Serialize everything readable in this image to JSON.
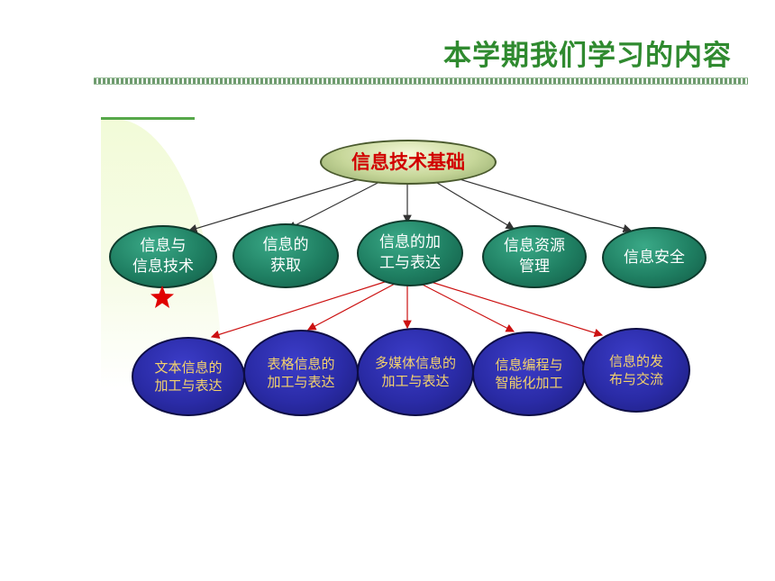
{
  "title": "本学期我们学习的内容",
  "root": {
    "label": "信息技术基础"
  },
  "topics": [
    {
      "label": "信息与\n信息技术"
    },
    {
      "label": "信息的\n获取"
    },
    {
      "label": "信息的加\n工与表达"
    },
    {
      "label": "信息资源\n管理"
    },
    {
      "label": "信息安全"
    }
  ],
  "subtopics": [
    {
      "label": "文本信息的\n加工与表达"
    },
    {
      "label": "表格信息的\n加工与表达"
    },
    {
      "label": "多媒体信息的\n加工与表达"
    },
    {
      "label": "信息编程与\n智能化加工"
    },
    {
      "label": "信息的发\n布与交流"
    }
  ],
  "colors": {
    "title": "#2f8a2f",
    "root_text": "#d10000",
    "topic_fill": "#1f7f62",
    "subtopic_fill": "#2a2ba6",
    "subtopic_text": "#f5d36b",
    "arrow_dark": "#333333",
    "arrow_red": "#cc1111",
    "star": "#e00000"
  },
  "marker": {
    "icon": "star-icon",
    "on_topic": "信息与\n信息技术"
  }
}
